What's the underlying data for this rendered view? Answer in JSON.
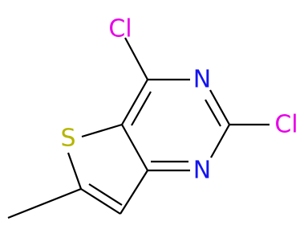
{
  "molecule": {
    "atoms": [
      {
        "symbol": "Cl",
        "color": "#e800e8"
      },
      {
        "symbol": "N",
        "color": "#1515ee"
      },
      {
        "symbol": "Cl",
        "color": "#e800e8"
      },
      {
        "symbol": "N",
        "color": "#1515ee"
      },
      {
        "symbol": "S",
        "color": "#b5b500"
      }
    ],
    "bond_color": "#000000"
  }
}
